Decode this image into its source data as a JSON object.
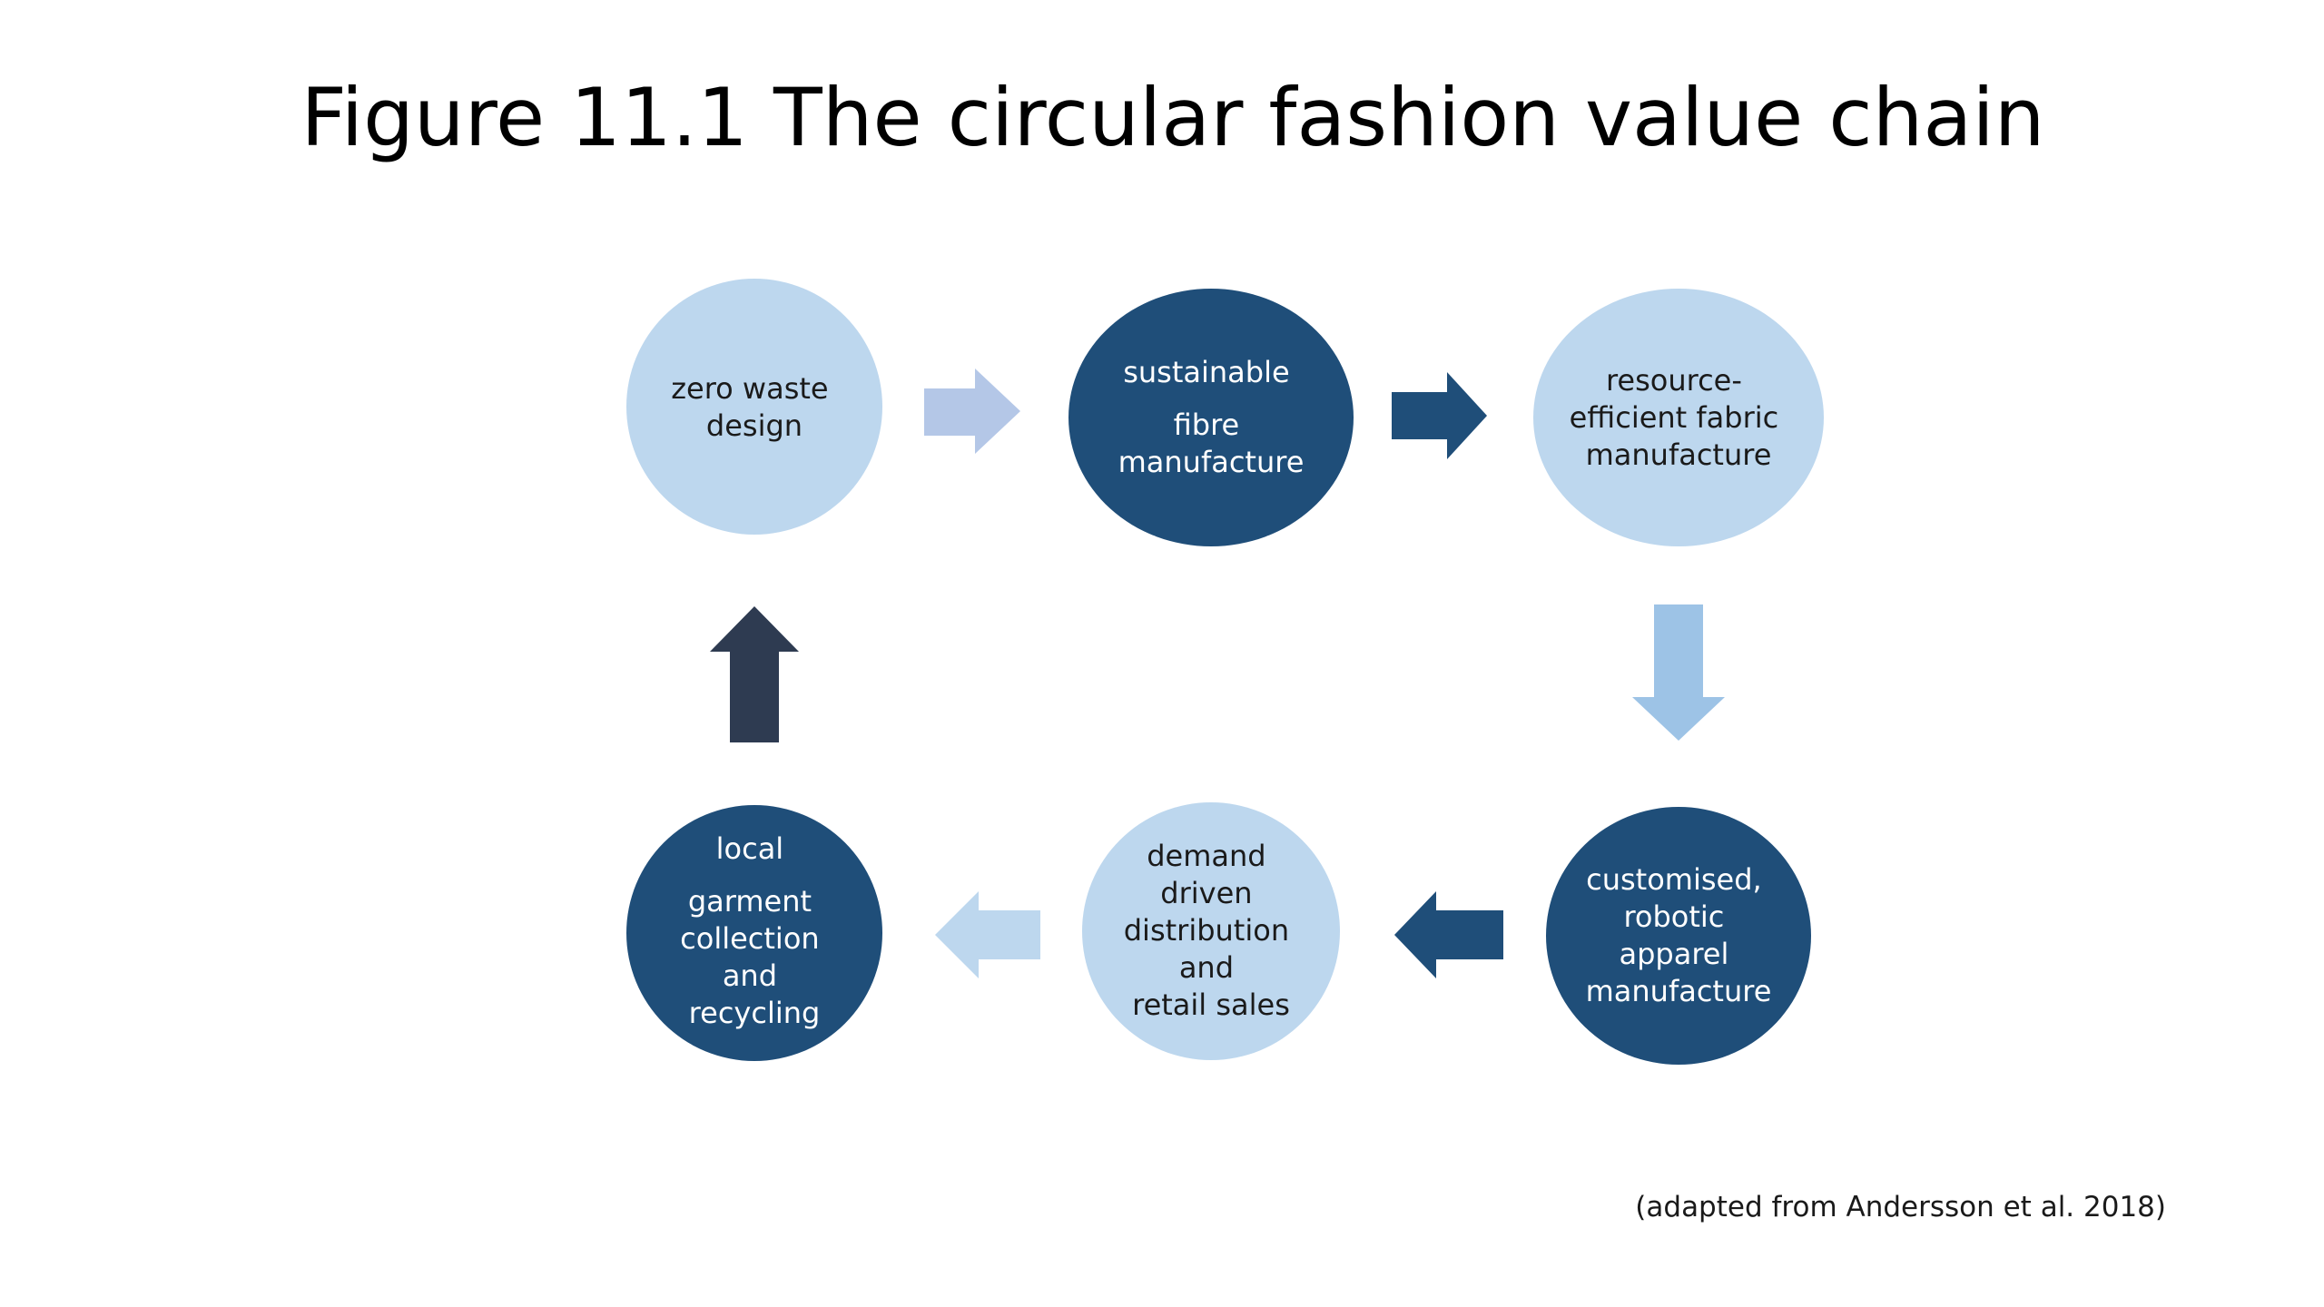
{
  "title": "Figure 11.1 The circular fashion value chain",
  "source": "(adapted from Andersson et al. 2018)",
  "colors": {
    "light_node": "#bdd7ee",
    "dark_node": "#1f4e79",
    "light_text": "#ffffff",
    "dark_text": "#1a1a1a"
  },
  "nodes": [
    {
      "id": "zero-waste-design",
      "lines": [
        "zero waste",
        "design"
      ],
      "style": "light"
    },
    {
      "id": "sustainable-fibre-manufacture",
      "lines": [
        "sustainable",
        "",
        "fibre",
        "manufacture"
      ],
      "style": "dark"
    },
    {
      "id": "resource-efficient-fabric-manufacture",
      "lines": [
        "resource-",
        "efficient fabric",
        "manufacture"
      ],
      "style": "light"
    },
    {
      "id": "customised-robotic-apparel-manufacture",
      "lines": [
        "customised,",
        "robotic",
        "apparel",
        "manufacture"
      ],
      "style": "dark"
    },
    {
      "id": "demand-driven-distribution-retail",
      "lines": [
        "demand",
        "driven",
        "distribution",
        "and",
        "retail sales"
      ],
      "style": "light"
    },
    {
      "id": "local-garment-collection-recycling",
      "lines": [
        "local",
        "",
        "garment",
        "collection",
        "and",
        "recycling"
      ],
      "style": "dark"
    }
  ],
  "arrows": [
    {
      "id": "arrow-design-to-fibre",
      "direction": "right",
      "color": "#b4c7e7"
    },
    {
      "id": "arrow-fibre-to-fabric",
      "direction": "right",
      "color": "#1f4e79"
    },
    {
      "id": "arrow-fabric-to-apparel",
      "direction": "down",
      "color": "#9dc3e6"
    },
    {
      "id": "arrow-apparel-to-distribution",
      "direction": "left",
      "color": "#1f4e79"
    },
    {
      "id": "arrow-distribution-to-collection",
      "direction": "left",
      "color": "#bdd7ee"
    },
    {
      "id": "arrow-collection-to-design",
      "direction": "up",
      "color": "#2e3b51"
    }
  ]
}
